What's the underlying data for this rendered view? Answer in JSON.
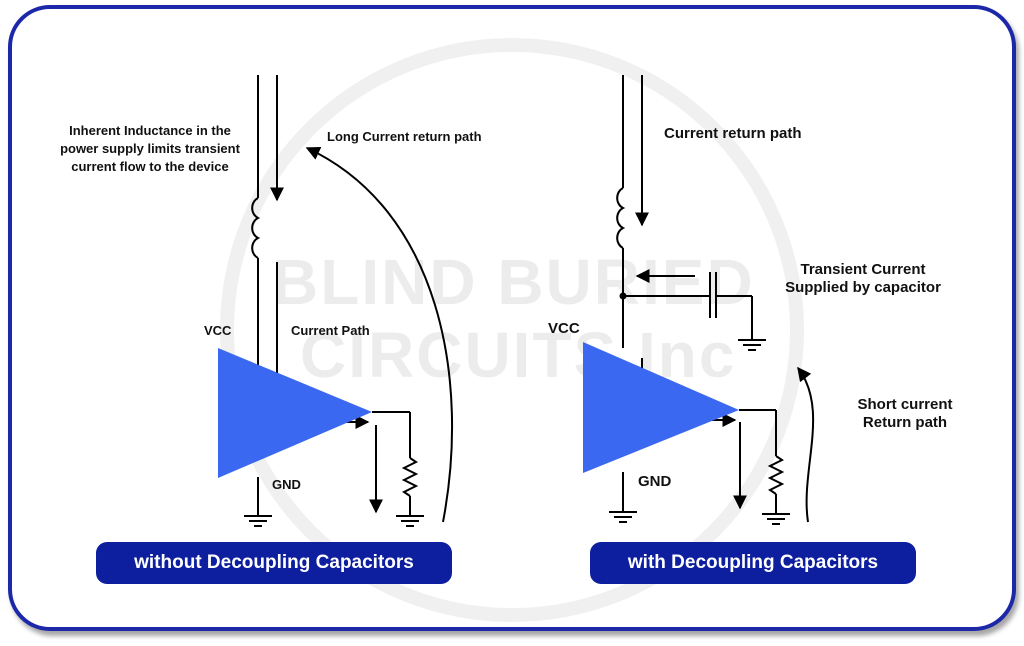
{
  "watermark": {
    "line1": "BLIND BURIED",
    "line2": "CIRCUITS Inc"
  },
  "left": {
    "inductance_note_1": "Inherent Inductance in the",
    "inductance_note_2": "power supply limits transient",
    "inductance_note_3": "current flow to the device",
    "return_path": "Long Current return path",
    "vcc": "VCC",
    "current_path": "Current Path",
    "gnd": "GND",
    "caption": "without Decoupling Capacitors"
  },
  "right": {
    "return_path": "Current return path",
    "transient_1": "Transient Current",
    "transient_2": "Supplied by capacitor",
    "vcc": "VCC",
    "short_1": "Short current",
    "short_2": "Return path",
    "gnd": "GND",
    "caption": "with Decoupling Capacitors"
  },
  "colors": {
    "border": "#1c28a8",
    "amplifier": "#3b68f0",
    "caption_bg": "#0d1f9e",
    "wire": "#000000"
  }
}
